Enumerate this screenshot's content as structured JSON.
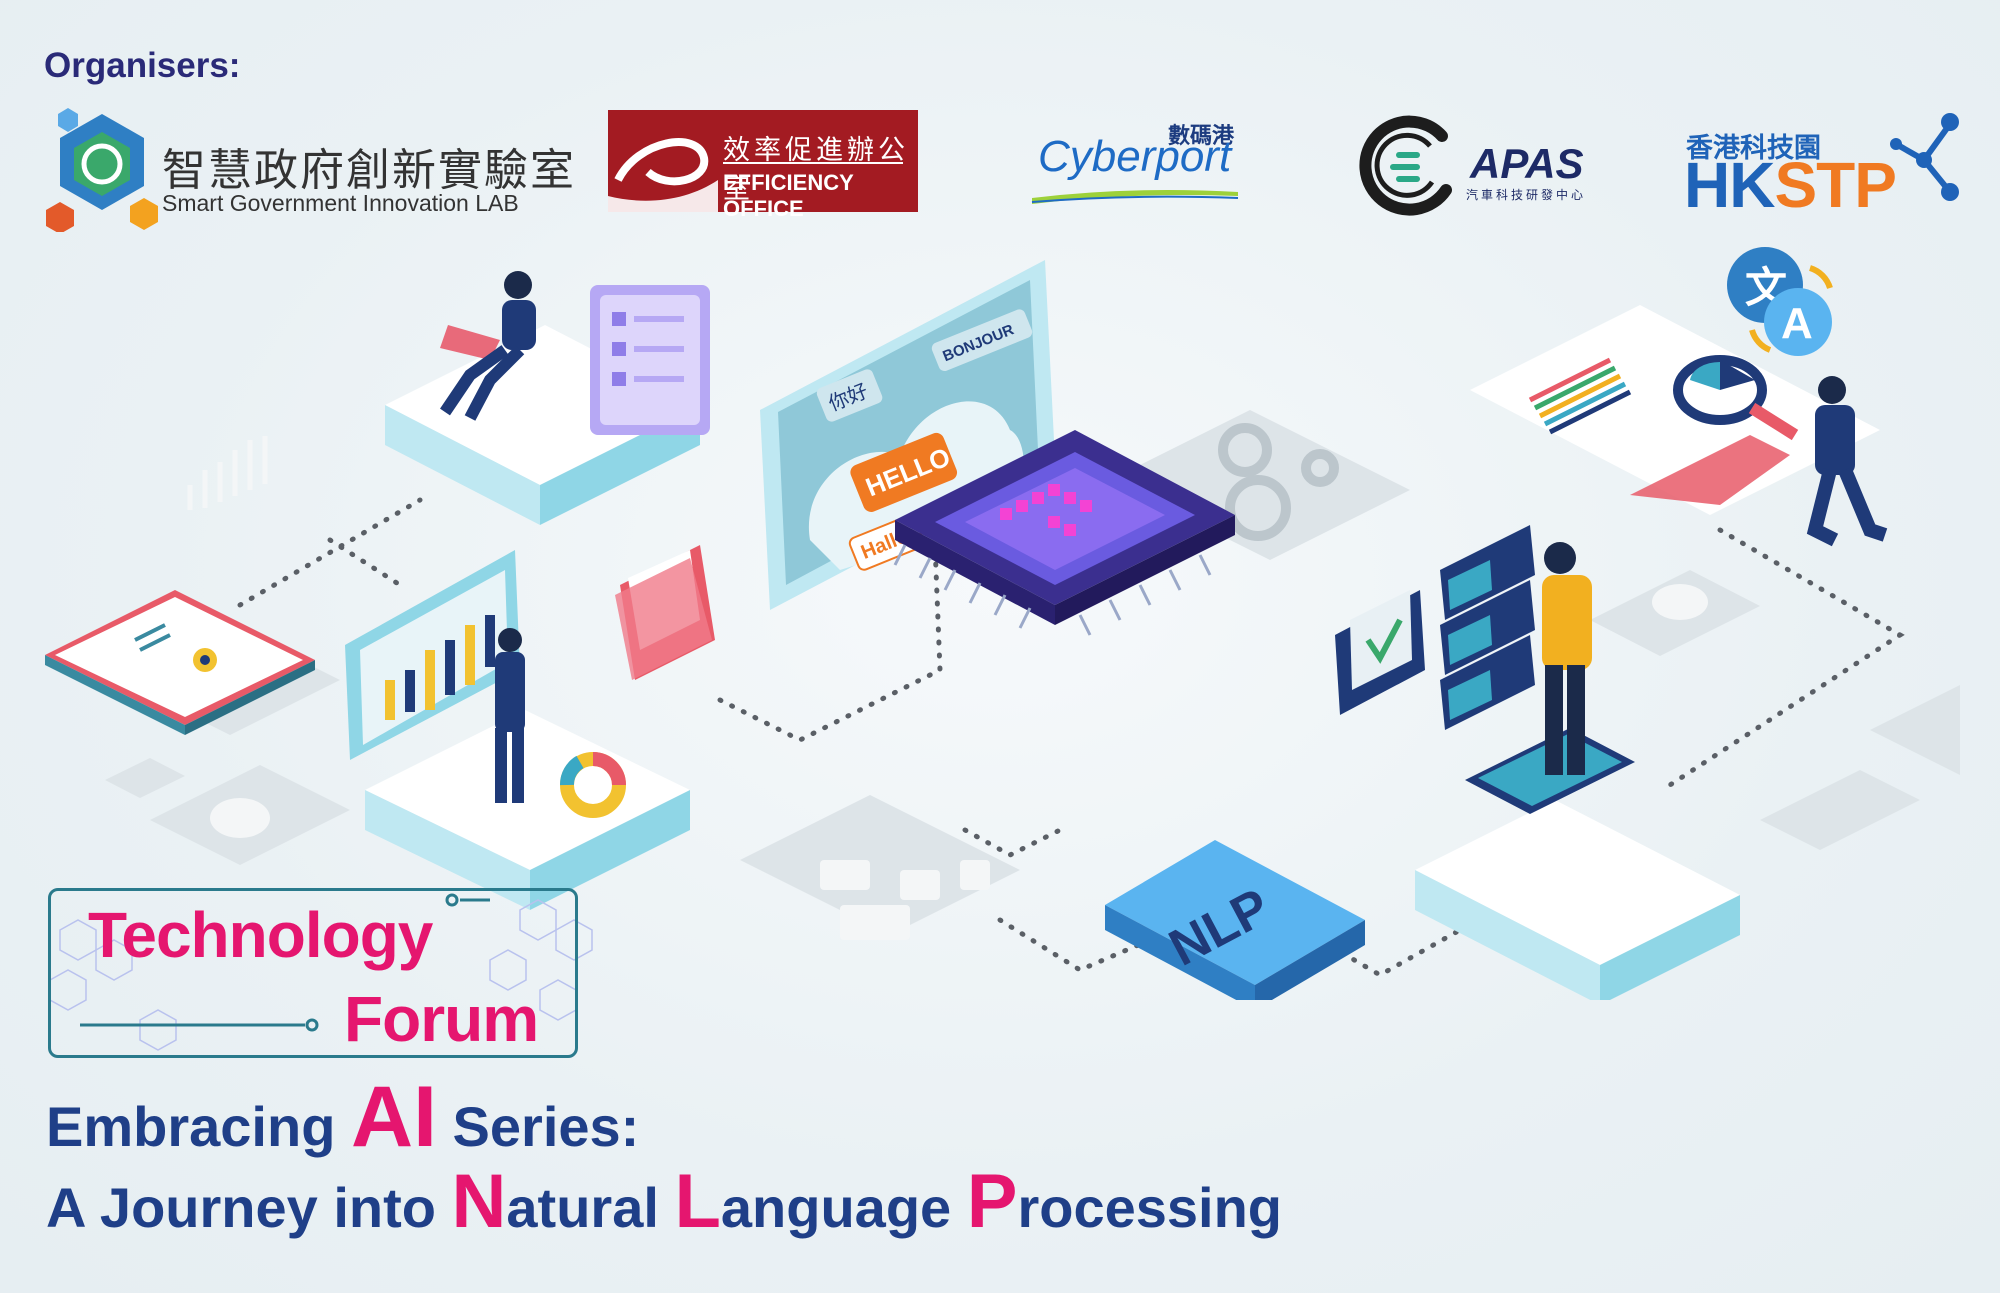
{
  "header": {
    "organisers_label": "Organisers:"
  },
  "logos": {
    "sgil": {
      "name_cn": "智慧政府創新實驗室",
      "name_en": "Smart Government Innovation LAB"
    },
    "efficiency": {
      "name_cn": "效率促進辦公室",
      "name_en": "EFFICIENCY OFFICE"
    },
    "cyberport": {
      "name_cn": "數碼港",
      "name_en": "Cyberport"
    },
    "apas": {
      "name_en": "APAS",
      "name_cn": "汽車科技研發中心"
    },
    "hkstp": {
      "name_cn": "香港科技園",
      "name_en_a": "HK",
      "name_en_b": "STP"
    }
  },
  "illustration": {
    "bubbles": {
      "chinese": "你好",
      "french": "BONJOUR",
      "english": "HELLO",
      "german": "Hallo"
    },
    "chip_label": "NLP",
    "translate_a": "A",
    "translate_wen": "文"
  },
  "forum": {
    "line1": "Technology",
    "line2": "Forum"
  },
  "title": {
    "line1_a": "Embracing ",
    "line1_ai": "AI",
    "line1_b": " Series:",
    "line2_a": "A Journey into ",
    "n": "N",
    "atural": "atural ",
    "l": "L",
    "anguage": "anguage ",
    "p": "P",
    "rocessing": "rocessing"
  },
  "colors": {
    "accent_pink": "#e5166f",
    "title_navy": "#1f3f88",
    "platform_teal": "#8fd6e6",
    "chip_purple": "#6a5be0"
  }
}
